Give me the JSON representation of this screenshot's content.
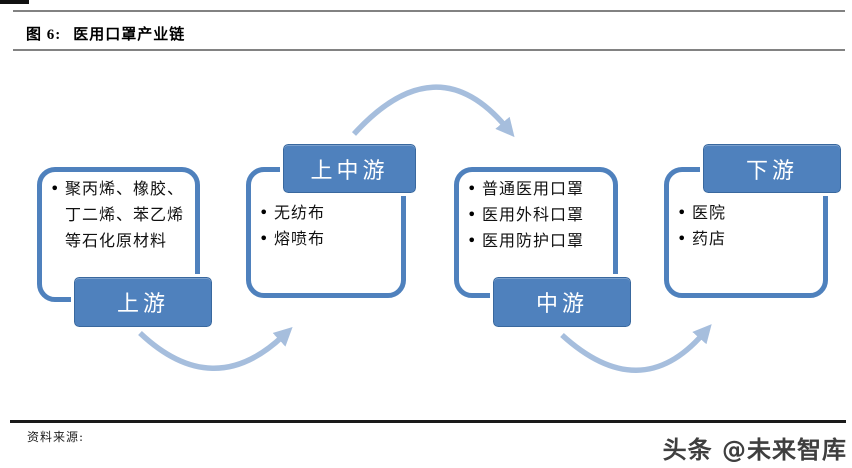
{
  "header": {
    "figure_prefix": "图 6:",
    "title": "医用口罩产业链"
  },
  "chain": {
    "stages": [
      {
        "label": "上游",
        "label_position": "bottom",
        "items": [
          "聚丙烯、橡胶、丁二烯、苯乙烯等石化原材料"
        ]
      },
      {
        "label": "上中游",
        "label_position": "top",
        "items": [
          "无纺布",
          "熔喷布"
        ]
      },
      {
        "label": "中游",
        "label_position": "bottom",
        "items": [
          "普通医用口罩",
          "医用外科口罩",
          "医用防护口罩"
        ]
      },
      {
        "label": "下游",
        "label_position": "top",
        "items": [
          "医院",
          "药店"
        ]
      }
    ],
    "arrows": [
      {
        "from": "上游",
        "to": "上中游"
      },
      {
        "from": "上中游",
        "to": "中游"
      },
      {
        "from": "中游",
        "to": "下游"
      }
    ]
  },
  "footer": {
    "source_label": "资料来源:",
    "watermark": "头条 @未来智库"
  },
  "colors": {
    "stage_fill": "#4f81bd",
    "stage_border": "#39689e",
    "container_border": "#4f81bd",
    "arrow": "#a6bedd",
    "rule_gray": "#828282",
    "rule_black": "#1a1a1a",
    "watermark_text": "#3f3f3f"
  }
}
